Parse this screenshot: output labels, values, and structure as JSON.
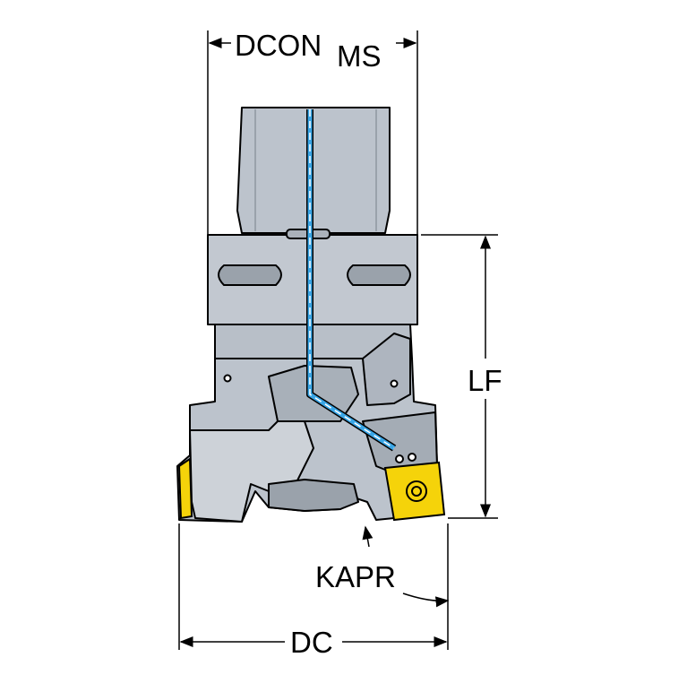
{
  "dimensions": {
    "dcon": {
      "main": "DCON",
      "subscript": "MS"
    },
    "lf": "LF",
    "kapr": "KAPR",
    "dc": "DC"
  },
  "colors": {
    "body_gray": "#bcc3cc",
    "body_light": "#d4d9df",
    "body_dark": "#8e969f",
    "outline": "#000000",
    "coolant_channel": "#3aa6e6",
    "insert_yellow": "#f5d30a",
    "dimension_line": "#000000"
  }
}
